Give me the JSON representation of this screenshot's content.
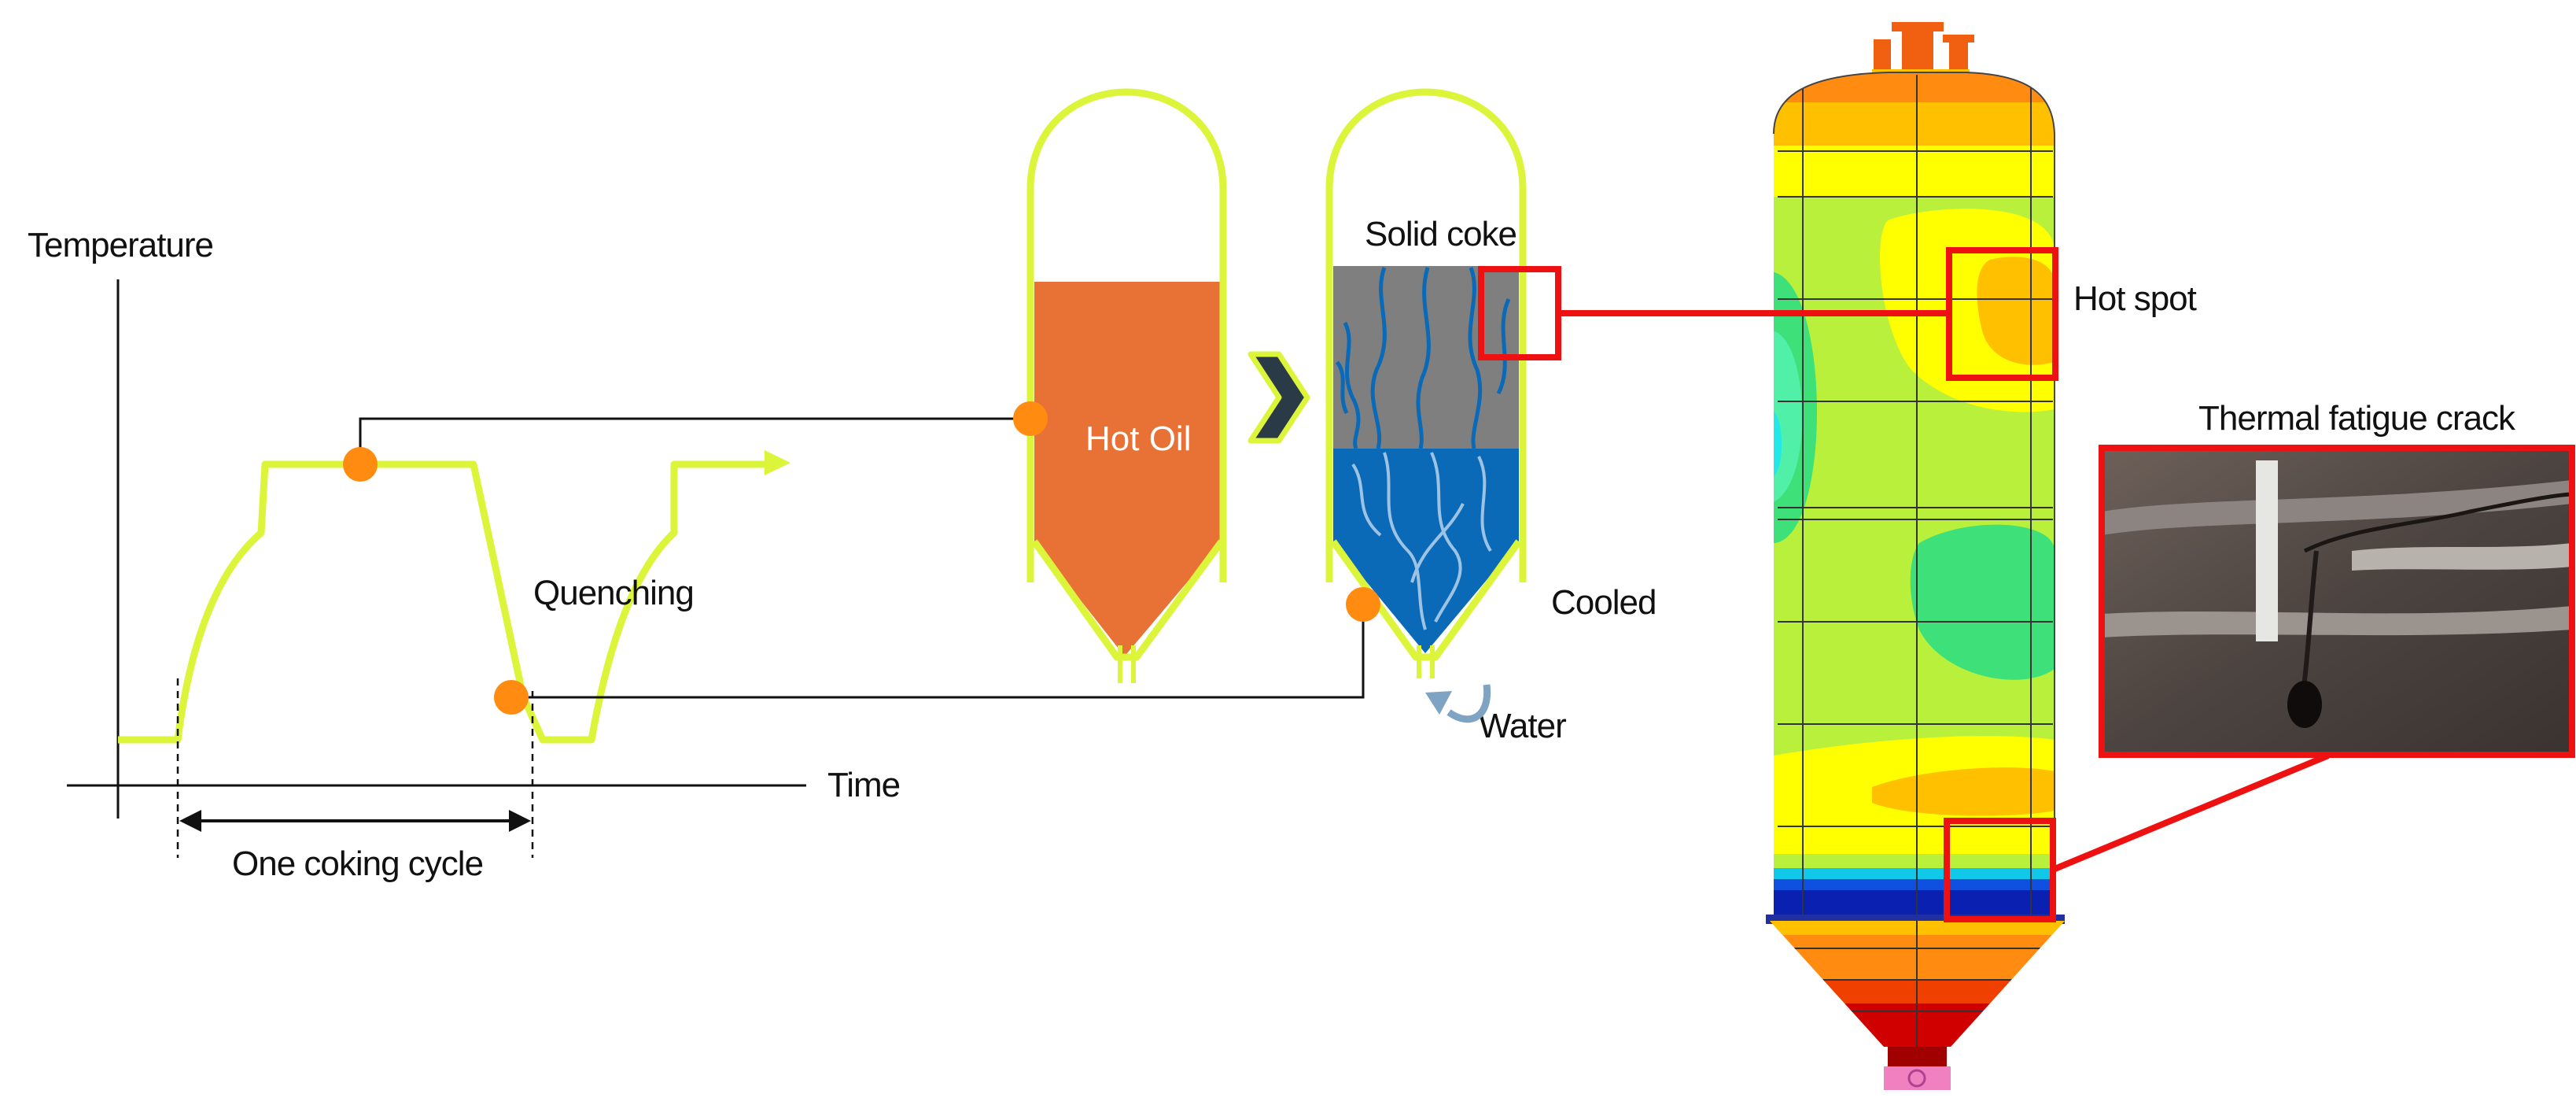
{
  "graph": {
    "y_axis_label": "Temperature",
    "x_axis_label": "Time",
    "phase_label": "Quenching",
    "cycle_label": "One coking cycle"
  },
  "drum_hot": {
    "fill_label": "Hot Oil",
    "fill_color": "#e87235"
  },
  "drum_cooled": {
    "top_label": "Solid coke",
    "state_label": "Cooled",
    "inlet_label": "Water",
    "coke_color": "#7f7f7f",
    "water_color": "#0a6ab7"
  },
  "fem_model": {
    "hot_spot_label": "Hot spot",
    "crack_label": "Thermal fatigue crack"
  },
  "colors": {
    "curve": "#dcf53a",
    "marker": "#ff8c10",
    "highlight": "#ee1111",
    "connector": "#111111",
    "arrow": "#2a3a46",
    "water_arrow": "#7fa3c3"
  }
}
